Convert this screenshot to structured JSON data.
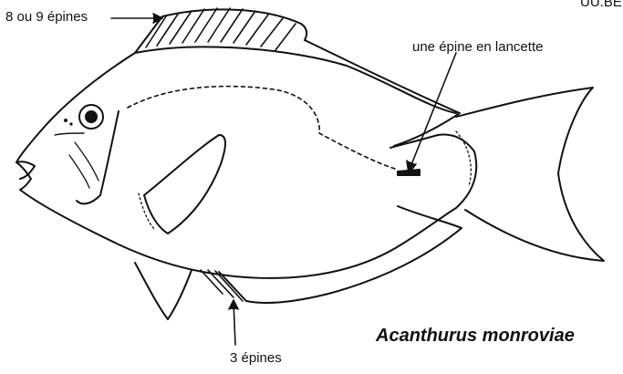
{
  "header": {
    "corner_text": "ÚÚ.BE"
  },
  "labels": {
    "dorsal_spines": "8 ou 9 épines",
    "lancet_spine": "une épine en lancette",
    "anal_spines": "3 épines"
  },
  "species_name": "Acanthurus monroviae",
  "colors": {
    "ink": "#111111",
    "background": "#ffffff"
  }
}
